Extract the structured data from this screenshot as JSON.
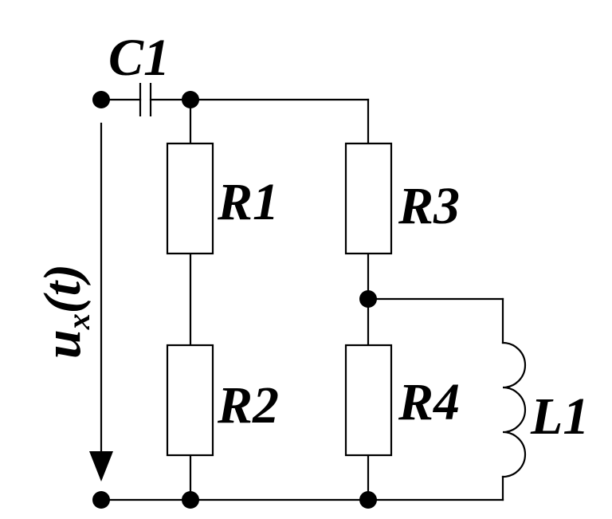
{
  "labels": {
    "capacitor": "C1",
    "r1": "R1",
    "r2": "R2",
    "r3": "R3",
    "r4": "R4",
    "inductor": "L1",
    "voltage_main": "u",
    "voltage_sub": "x",
    "voltage_arg": "(t)"
  },
  "colors": {
    "line": "#000000",
    "background": "#ffffff"
  }
}
